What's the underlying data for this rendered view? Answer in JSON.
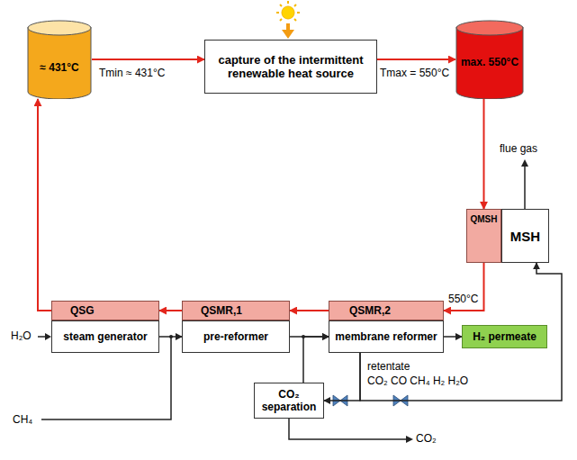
{
  "diagram": {
    "nodes": [
      {
        "text": [
          "≈ 431°C"
        ]
      },
      {
        "text": [
          "capture of the intermittent renewable heat source"
        ]
      },
      {
        "text": [
          "max. 550°C"
        ]
      },
      {
        "text": [
          "QMSH"
        ]
      },
      {
        "text": [
          "MSH"
        ]
      },
      {
        "text": [
          "QSG"
        ]
      },
      {
        "text": [
          "steam generator"
        ]
      },
      {
        "text": [
          "QSMR,1"
        ]
      },
      {
        "text": [
          "pre-reformer"
        ]
      },
      {
        "text": [
          "QSMR,2"
        ]
      },
      {
        "text": [
          "membrane reformer"
        ]
      },
      {
        "text": [
          "H₂ permeate"
        ]
      },
      {
        "text": [
          "CO₂ separation"
        ]
      }
    ],
    "edges": [
      {
        "from": 0,
        "to": 1,
        "arrow": "to"
      },
      {
        "from": 1,
        "to": 2,
        "arrow": "to"
      },
      {
        "from": 2,
        "to": 3,
        "arrow": "to"
      },
      {
        "from": 3,
        "to": 9,
        "label": "550°C",
        "arrow": "to"
      },
      {
        "from": 9,
        "to": 7,
        "arrow": "to"
      },
      {
        "from": 7,
        "to": 5,
        "arrow": "to"
      },
      {
        "from": 5,
        "to": 0,
        "arrow": "to"
      },
      {
        "from": 6,
        "to": 8,
        "arrow": "to"
      },
      {
        "from": 8,
        "to": 10,
        "arrow": "to"
      },
      {
        "from": 10,
        "to": 11,
        "arrow": "to"
      },
      {
        "from": 12,
        "to": 10,
        "arrow": "to"
      },
      {
        "from": 10,
        "to": 12,
        "arrow": "to"
      },
      {
        "from": 10,
        "to": 4,
        "arrow": "to"
      }
    ],
    "labels": [
      "Tmin ≈ 431°C",
      "Tmax = 550°C",
      "flue gas",
      "H₂O",
      "CH₄",
      "retentate",
      "CO₂ CO CH₄ H₂ H₂O",
      "CO₂"
    ]
  }
}
